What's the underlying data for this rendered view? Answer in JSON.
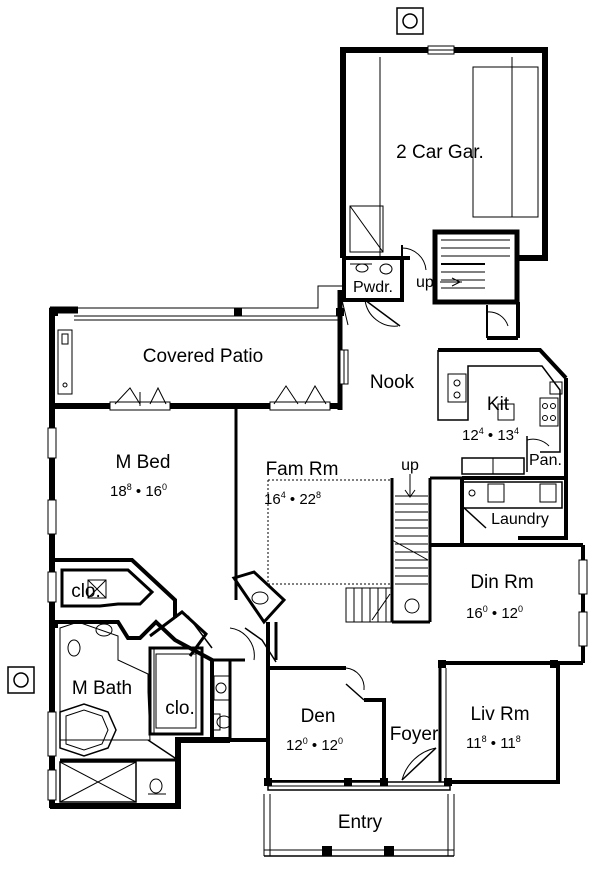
{
  "rooms": {
    "garage": {
      "label": "2 Car Gar."
    },
    "powder": {
      "label": "Pwdr."
    },
    "up_garage": {
      "label": "up"
    },
    "covered_patio": {
      "label": "Covered Patio"
    },
    "nook": {
      "label": "Nook"
    },
    "kitchen": {
      "label": "Kit",
      "dim_w": "12",
      "dim_w_in": "4",
      "dim_l": "13",
      "dim_l_in": "4"
    },
    "pantry": {
      "label": "Pan."
    },
    "master_bed": {
      "label": "M Bed",
      "dim_w": "18",
      "dim_w_in": "8",
      "dim_l": "16",
      "dim_l_in": "0"
    },
    "family_room": {
      "label": "Fam Rm",
      "dim_w": "16",
      "dim_w_in": "4",
      "dim_l": "22",
      "dim_l_in": "8"
    },
    "up_stairs": {
      "label": "up"
    },
    "laundry": {
      "label": "Laundry"
    },
    "closet_1": {
      "label": "clo."
    },
    "closet_2": {
      "label": "clo."
    },
    "dining_room": {
      "label": "Din Rm",
      "dim_w": "16",
      "dim_w_in": "0",
      "dim_l": "12",
      "dim_l_in": "0"
    },
    "master_bath": {
      "label": "M Bath"
    },
    "den": {
      "label": "Den",
      "dim_w": "12",
      "dim_w_in": "0",
      "dim_l": "12",
      "dim_l_in": "0"
    },
    "foyer": {
      "label": "Foyer"
    },
    "living_room": {
      "label": "Liv Rm",
      "dim_w": "11",
      "dim_w_in": "8",
      "dim_l": "11",
      "dim_l_in": "8"
    },
    "entry": {
      "label": "Entry"
    }
  },
  "dim_separator": "•"
}
